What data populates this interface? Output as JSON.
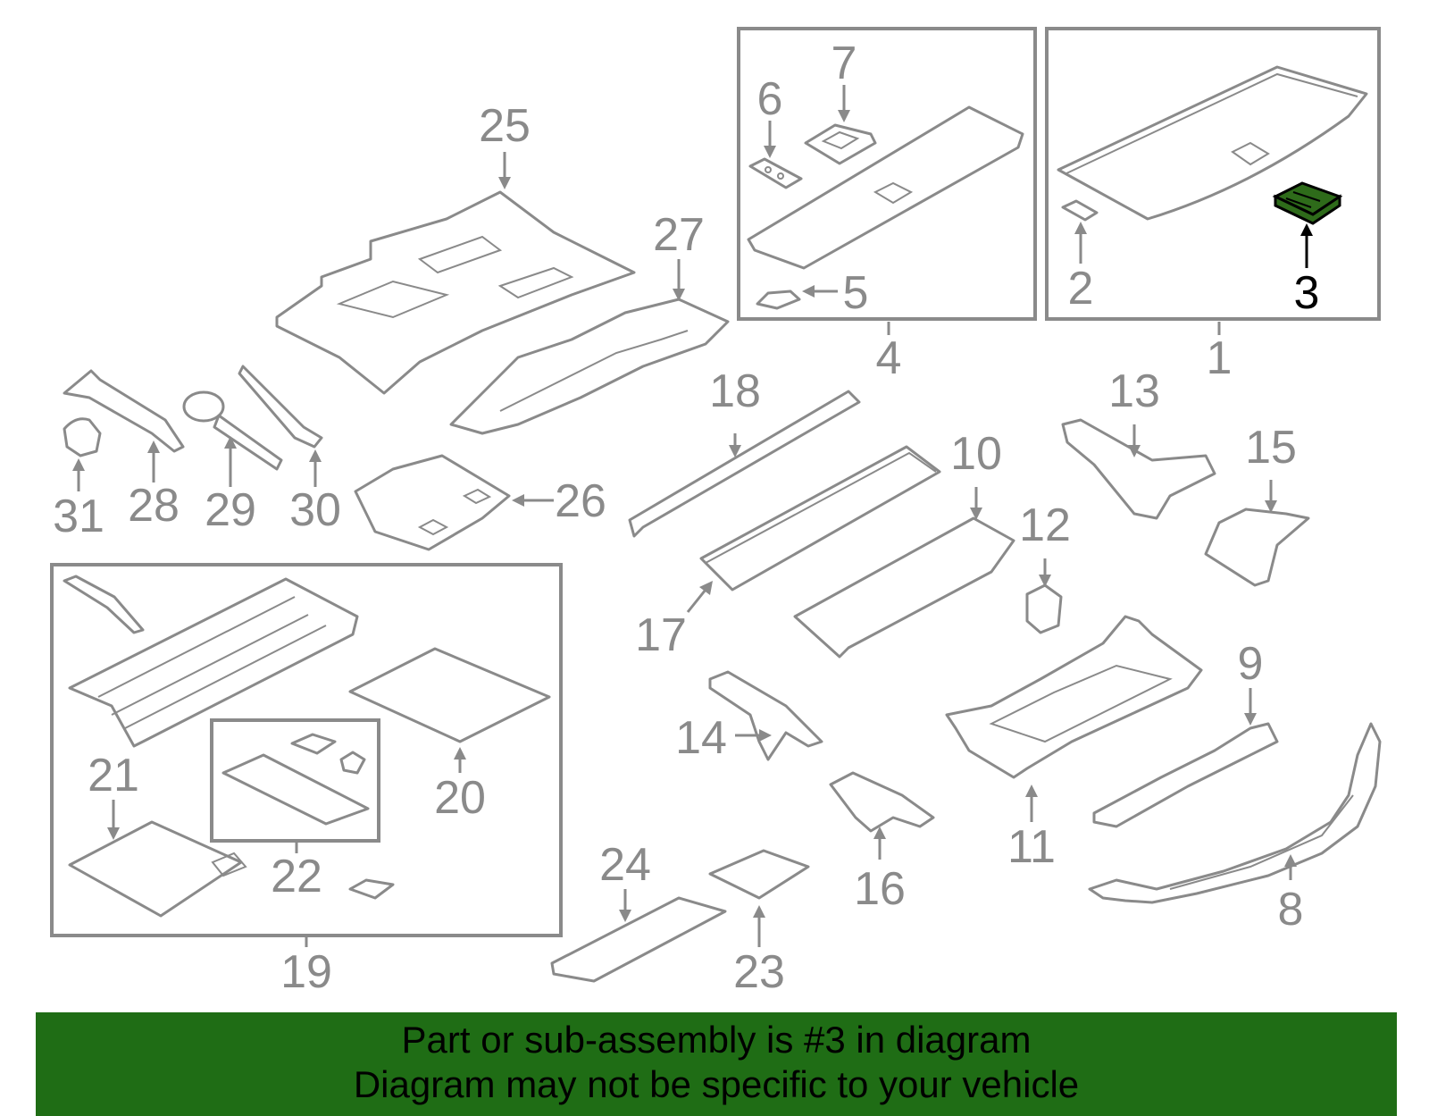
{
  "diagram": {
    "highlighted_callout": "3",
    "highlight_color": "#2e6b1a",
    "line_color": "#8a8a8a",
    "callouts": {
      "c1": "1",
      "c2": "2",
      "c3": "3",
      "c4": "4",
      "c5": "5",
      "c6": "6",
      "c7": "7",
      "c8": "8",
      "c9": "9",
      "c10": "10",
      "c11": "11",
      "c12": "12",
      "c13": "13",
      "c14": "14",
      "c15": "15",
      "c16": "16",
      "c17": "17",
      "c18": "18",
      "c19": "19",
      "c20": "20",
      "c21": "21",
      "c22": "22",
      "c23": "23",
      "c24": "24",
      "c25": "25",
      "c26": "26",
      "c27": "27",
      "c28": "28",
      "c29": "29",
      "c30": "30",
      "c31": "31"
    }
  },
  "banner": {
    "line1": "Part or sub-assembly is #3 in diagram",
    "line2": "Diagram may not be specific to your vehicle",
    "background": "#1f6d15"
  }
}
